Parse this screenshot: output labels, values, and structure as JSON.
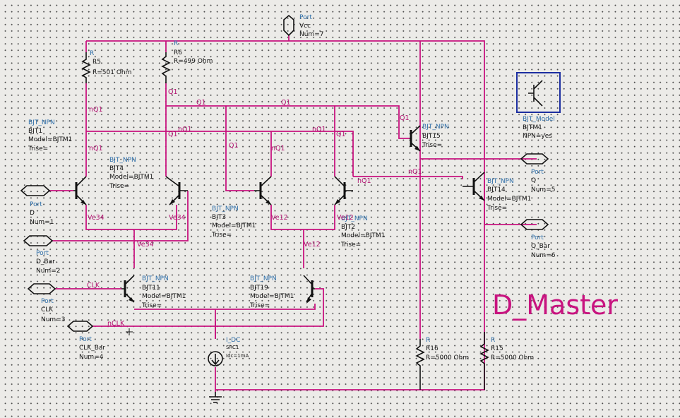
{
  "title": "D_Master",
  "ports": [
    {
      "label": "Port",
      "name": "Vcc",
      "num": "Num=7"
    },
    {
      "label": "Port",
      "name": "D",
      "num": "Num=1"
    },
    {
      "label": "Port",
      "name": "D_Bar",
      "num": "Num=2"
    },
    {
      "label": "Port",
      "name": "CLK",
      "num": "Num=3"
    },
    {
      "label": "Port",
      "name": "CLK_Bar",
      "num": "Num=4"
    },
    {
      "label": "Port",
      "name": "Q",
      "num": "Num=5"
    },
    {
      "label": "Port",
      "name": "Q_Bar",
      "num": "Num=6"
    }
  ],
  "resistors": [
    {
      "type": "R",
      "name": "R5",
      "value": "R=501 Ohm"
    },
    {
      "type": "R",
      "name": "R6",
      "value": "R=499 Ohm"
    },
    {
      "type": "R",
      "name": "R16",
      "value": "R=5000 Ohm"
    },
    {
      "type": "R",
      "name": "R15",
      "value": "R=5000 Ohm"
    }
  ],
  "transistors": [
    {
      "type": "BJT_NPN",
      "name": "BJT1",
      "model": "Model=BJTM1",
      "trise": "Trise="
    },
    {
      "type": "BJT_NPN",
      "name": "BJT4",
      "model": "Model=BJTM1",
      "trise": "Trise="
    },
    {
      "type": "BJT_NPN",
      "name": "BJT3",
      "model": "Model=BJTM1",
      "trise": "Trise="
    },
    {
      "type": "BJT_NPN",
      "name": "BJT2",
      "model": "Model=BJTM1",
      "trise": "Trise="
    },
    {
      "type": "BJT_NPN",
      "name": "BJT15",
      "model": "",
      "trise": "Trise="
    },
    {
      "type": "BJT_NPN",
      "name": "BJT14",
      "model": "Model=BJTM1",
      "trise": "Trise="
    },
    {
      "type": "BJT_NPN",
      "name": "BJT11",
      "model": "Model=BJTM1",
      "trise": "Trise="
    },
    {
      "type": "BJT_NPN",
      "name": "BJT19",
      "model": "Model=BJTM1",
      "trise": "Trise="
    }
  ],
  "model": {
    "type": "BJT_Model",
    "name": "BJTM1",
    "npn": "NPN=yes"
  },
  "source": {
    "type": "I_DC",
    "name": "SRC1",
    "value": "Idc=1mA"
  },
  "nets": {
    "nq1": "nQ1",
    "q1": "Q1",
    "ve34": "Ve34",
    "ve12": "Ve12",
    "clk": "CLK",
    "nclk": "nCLK"
  }
}
